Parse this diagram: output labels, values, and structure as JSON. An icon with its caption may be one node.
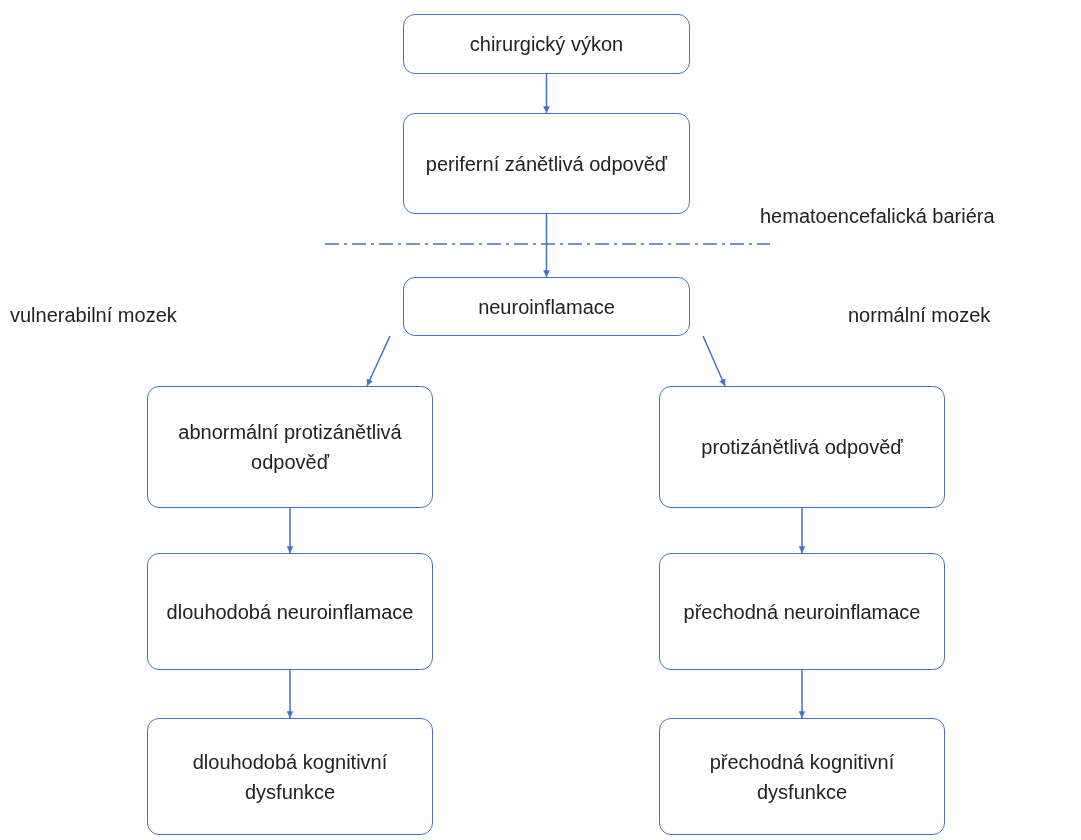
{
  "diagram": {
    "nodes": [
      {
        "text": [
          "chirurgický výkon"
        ]
      },
      {
        "text": [
          "periferní zánětlivá odpověď"
        ]
      },
      {
        "text": [
          "neuroinflamace"
        ]
      },
      {
        "text": [
          "abnormální protizánětlivá odpověď"
        ]
      },
      {
        "text": [
          "protizánětlivá odpověď"
        ]
      },
      {
        "text": [
          "dlouhodobá neuroinflamace"
        ]
      },
      {
        "text": [
          "přechodná neuroinflamace"
        ]
      },
      {
        "text": [
          "dlouhodobá kognitivní dysfunkce"
        ]
      },
      {
        "text": [
          "přechodná kognitivní dysfunkce"
        ]
      }
    ],
    "edges": [
      {
        "from": 0,
        "to": 1,
        "arrow": "to"
      },
      {
        "from": 1,
        "to": 2,
        "arrow": "to"
      },
      {
        "from": 2,
        "to": 3,
        "arrow": "to"
      },
      {
        "from": 2,
        "to": 4,
        "arrow": "to"
      },
      {
        "from": 3,
        "to": 5,
        "arrow": "to"
      },
      {
        "from": 4,
        "to": 6,
        "arrow": "to"
      },
      {
        "from": 5,
        "to": 7,
        "arrow": "to"
      },
      {
        "from": 6,
        "to": 8,
        "arrow": "to"
      }
    ],
    "labels": [
      "hematoencefalická bariéra",
      "vulnerabilní mozek",
      "normální mozek"
    ]
  }
}
